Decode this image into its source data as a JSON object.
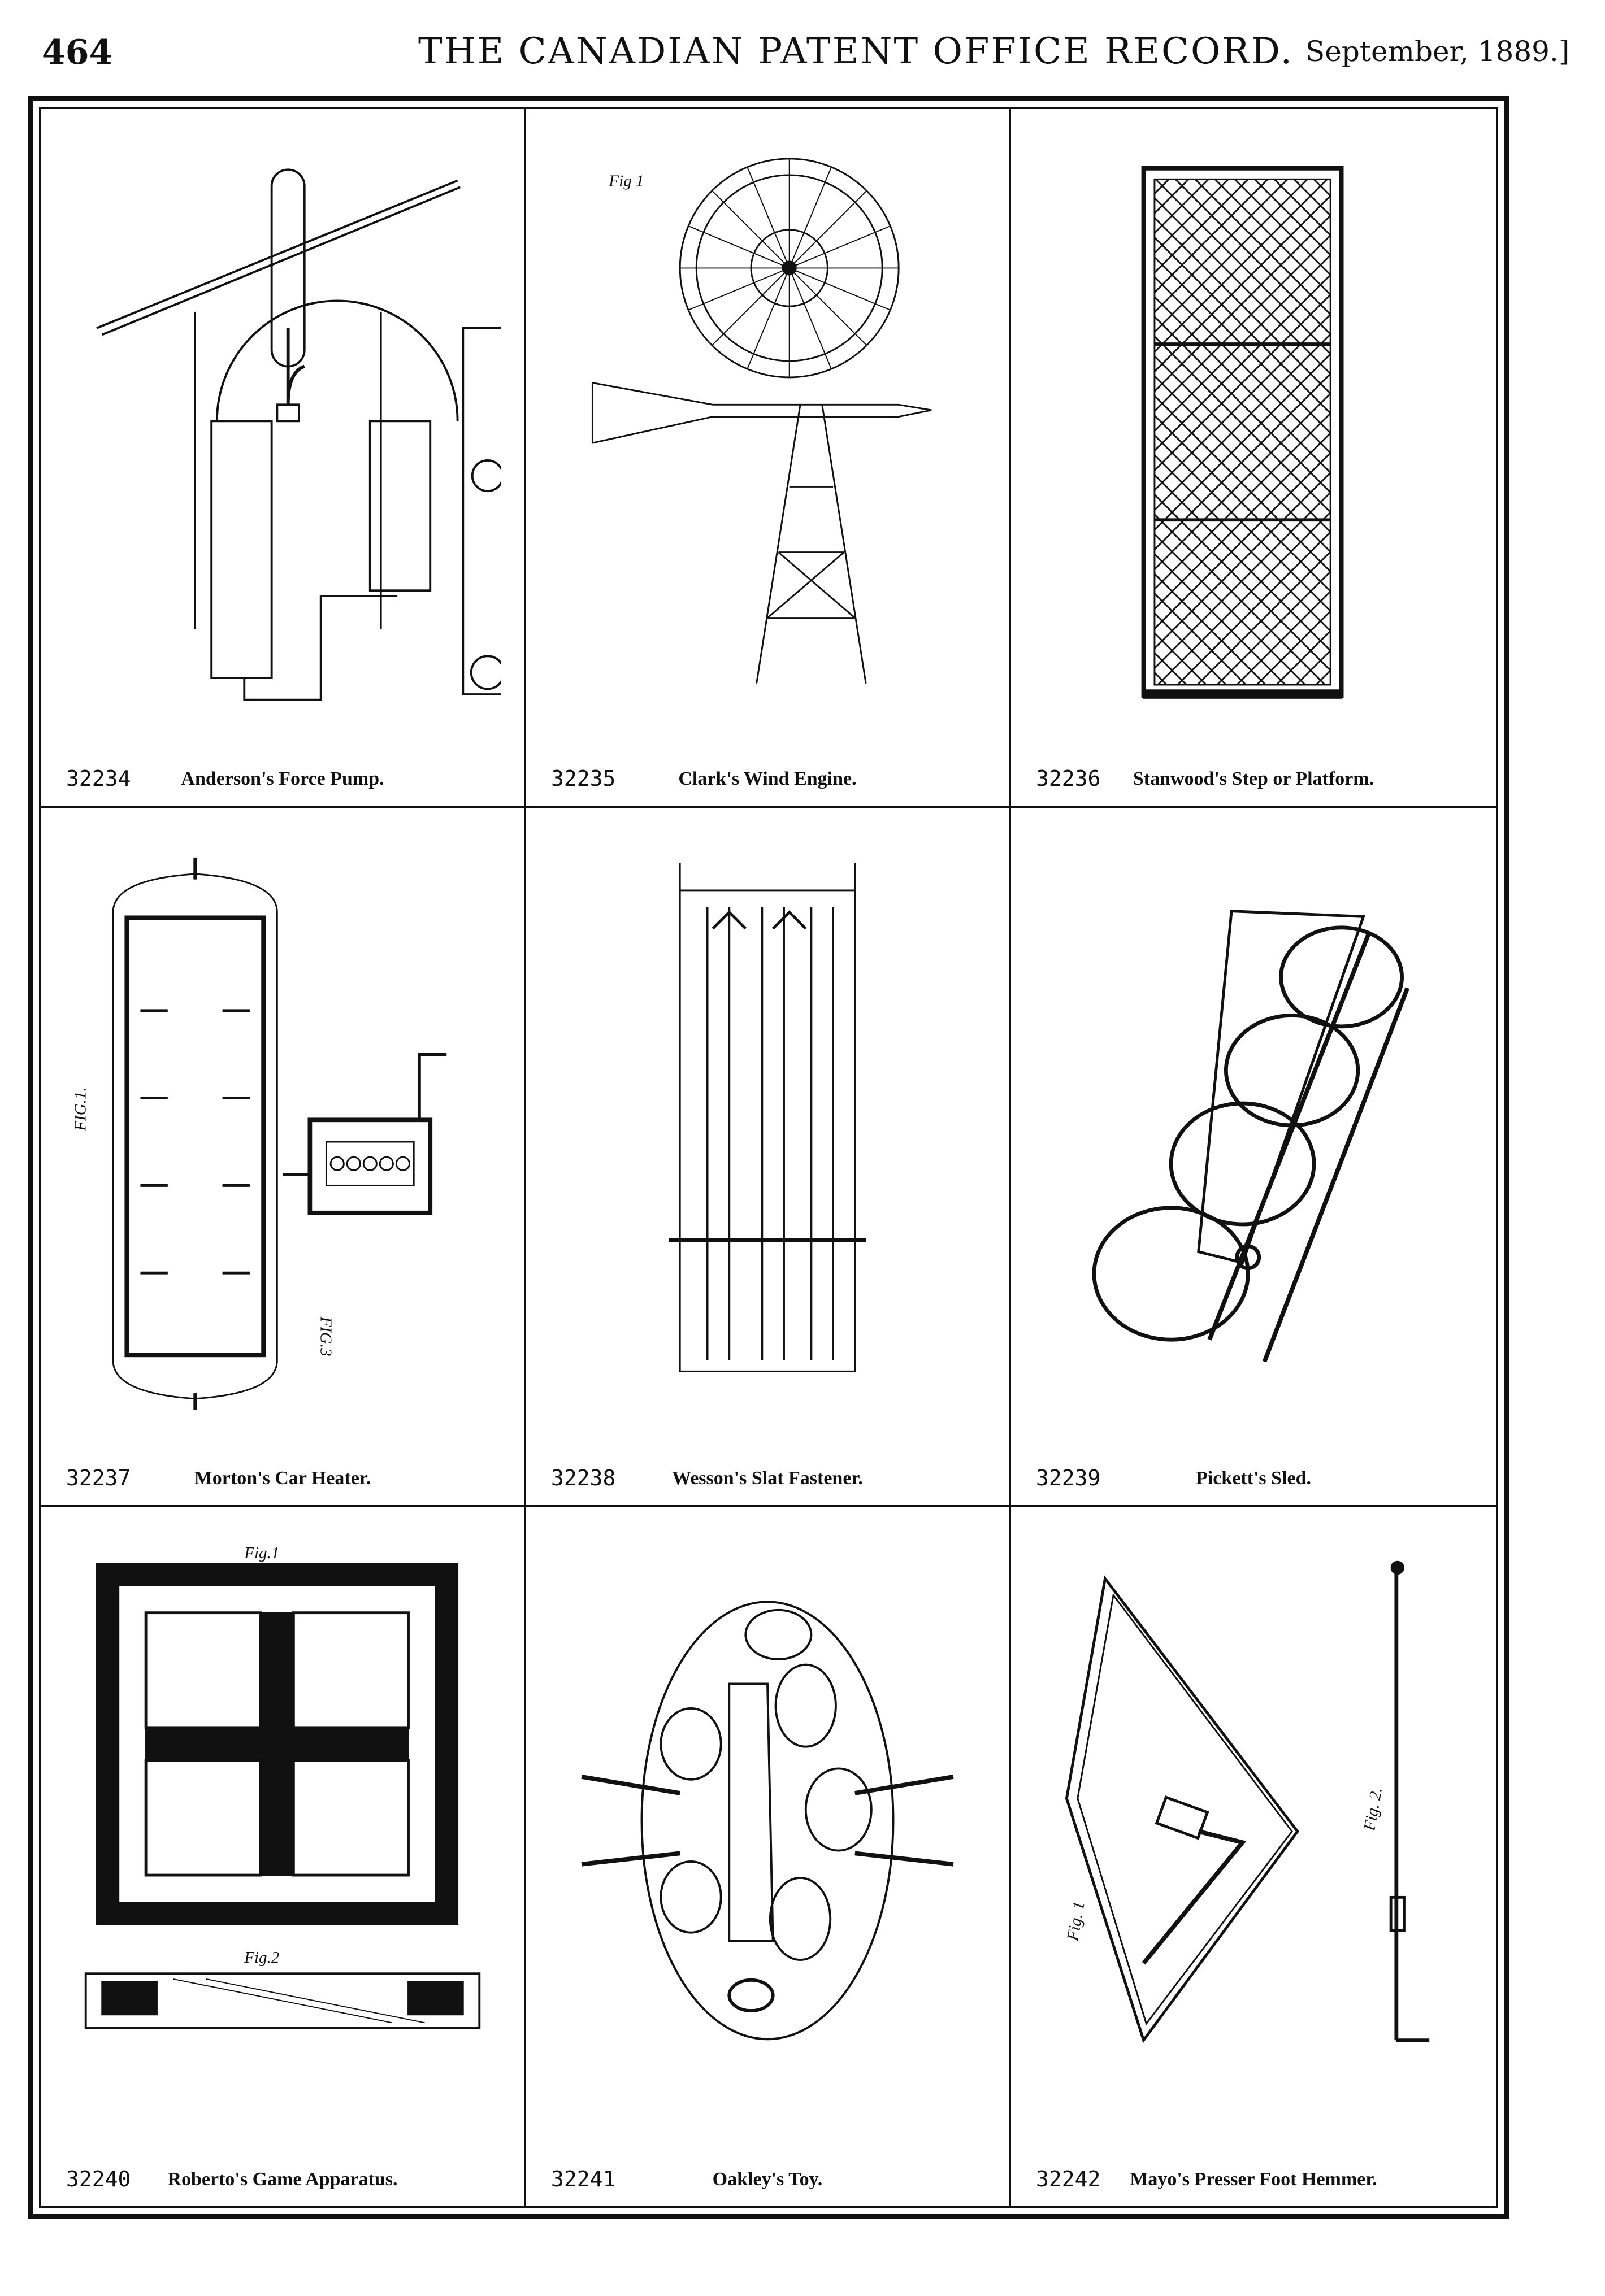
{
  "header": {
    "page_number": "464",
    "title": "THE CANADIAN PATENT OFFICE RECORD.",
    "date": "September, 1889.]"
  },
  "patents": [
    {
      "number": "32234",
      "caption": "Anderson's Force Pump.",
      "icon": "force-pump-drawing"
    },
    {
      "number": "32235",
      "caption": "Clark's Wind Engine.",
      "icon": "windmill-drawing"
    },
    {
      "number": "32236",
      "caption": "Stanwood's Step or Platform.",
      "icon": "lattice-platform-drawing"
    },
    {
      "number": "32237",
      "caption": "Morton's Car Heater.",
      "icon": "car-heater-drawing"
    },
    {
      "number": "32238",
      "caption": "Wesson's Slat Fastener.",
      "icon": "slat-fastener-drawing"
    },
    {
      "number": "32239",
      "caption": "Pickett's Sled.",
      "icon": "sled-drawing"
    },
    {
      "number": "32240",
      "caption": "Roberto's Game Apparatus.",
      "icon": "game-board-drawing"
    },
    {
      "number": "32241",
      "caption": "Oakley's Toy.",
      "icon": "oval-toy-drawing"
    },
    {
      "number": "32242",
      "caption": "Mayo's Presser Foot Hemmer.",
      "icon": "hemmer-drawing"
    }
  ],
  "figure_labels": {
    "wind_engine_fig": "Fig 1",
    "heater_fig1": "FIG.1.",
    "heater_fig3": "FIG.3",
    "game_fig1": "Fig.1",
    "game_fig2": "Fig.2",
    "hemmer_fig1": "Fig. 1",
    "hemmer_fig2": "Fig. 2."
  }
}
